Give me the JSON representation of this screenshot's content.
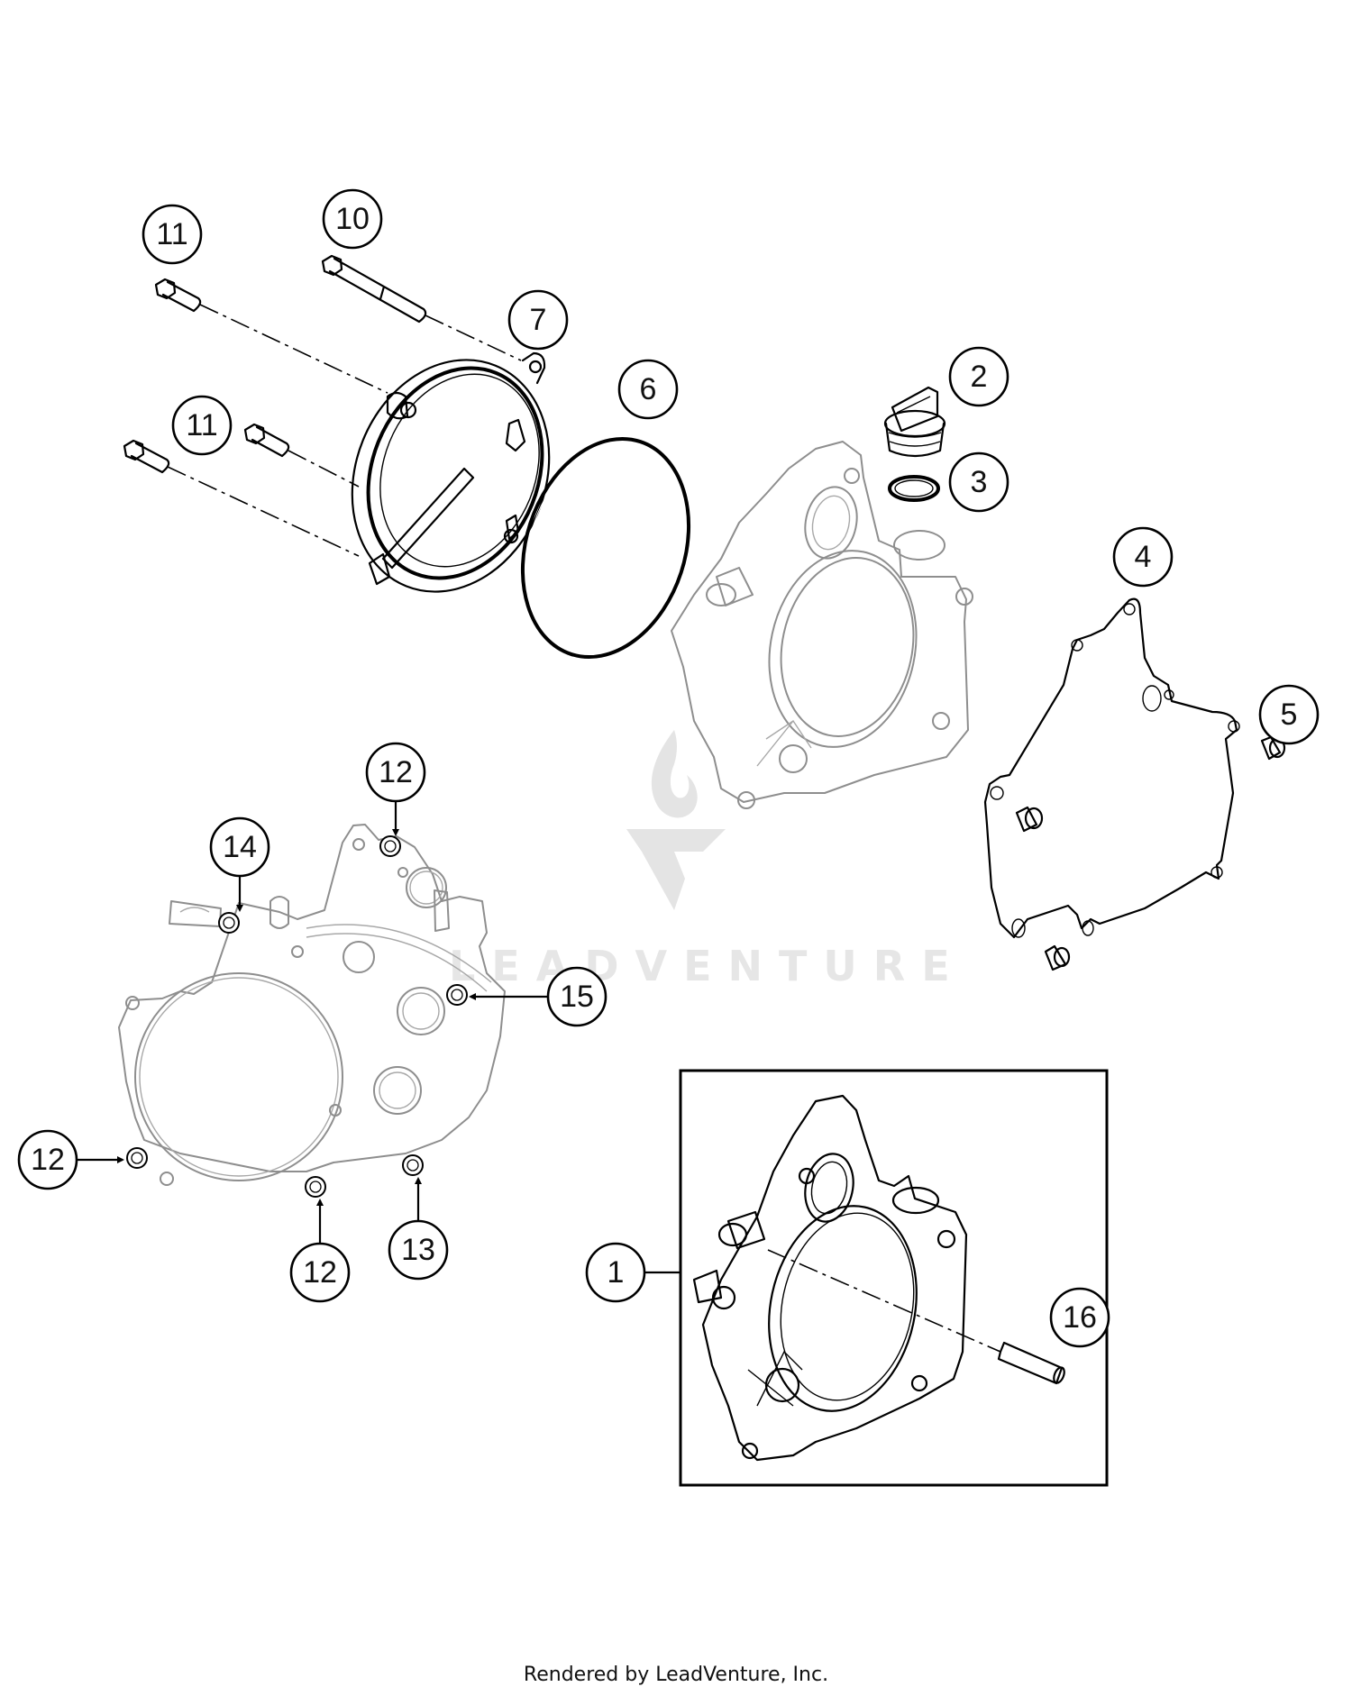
{
  "diagram": {
    "title": "",
    "watermark": "LEADVENTURE",
    "footer": "Rendered by LeadVenture, Inc.",
    "colors": {
      "line": "#000000",
      "ghost_part": "#8e8e8e",
      "watermark": "#e4e4e4",
      "background": "#ffffff"
    },
    "callouts": [
      {
        "id": "c11a",
        "label": "11",
        "part": "screw (upper)"
      },
      {
        "id": "c10",
        "label": "10",
        "part": "long screw"
      },
      {
        "id": "c7",
        "label": "7",
        "part": "cover with pickup ring"
      },
      {
        "id": "c6",
        "label": "6",
        "part": "o-ring"
      },
      {
        "id": "c2",
        "label": "2",
        "part": "oil filler plug"
      },
      {
        "id": "c3",
        "label": "3",
        "part": "seal ring"
      },
      {
        "id": "c11b",
        "label": "11",
        "part": "screw (lower)"
      },
      {
        "id": "c4",
        "label": "4",
        "part": "gasket"
      },
      {
        "id": "c5",
        "label": "5",
        "part": "dowel sleeve"
      },
      {
        "id": "c12a",
        "label": "12",
        "part": "screw (top)"
      },
      {
        "id": "c14",
        "label": "14",
        "part": "screw"
      },
      {
        "id": "c15",
        "label": "15",
        "part": "screw"
      },
      {
        "id": "c12b",
        "label": "12",
        "part": "screw (left)"
      },
      {
        "id": "c12c",
        "label": "12",
        "part": "screw (bottom)"
      },
      {
        "id": "c13",
        "label": "13",
        "part": "screw"
      },
      {
        "id": "c1",
        "label": "1",
        "part": "cover assembly"
      },
      {
        "id": "c16",
        "label": "16",
        "part": "dowel pin"
      }
    ]
  }
}
